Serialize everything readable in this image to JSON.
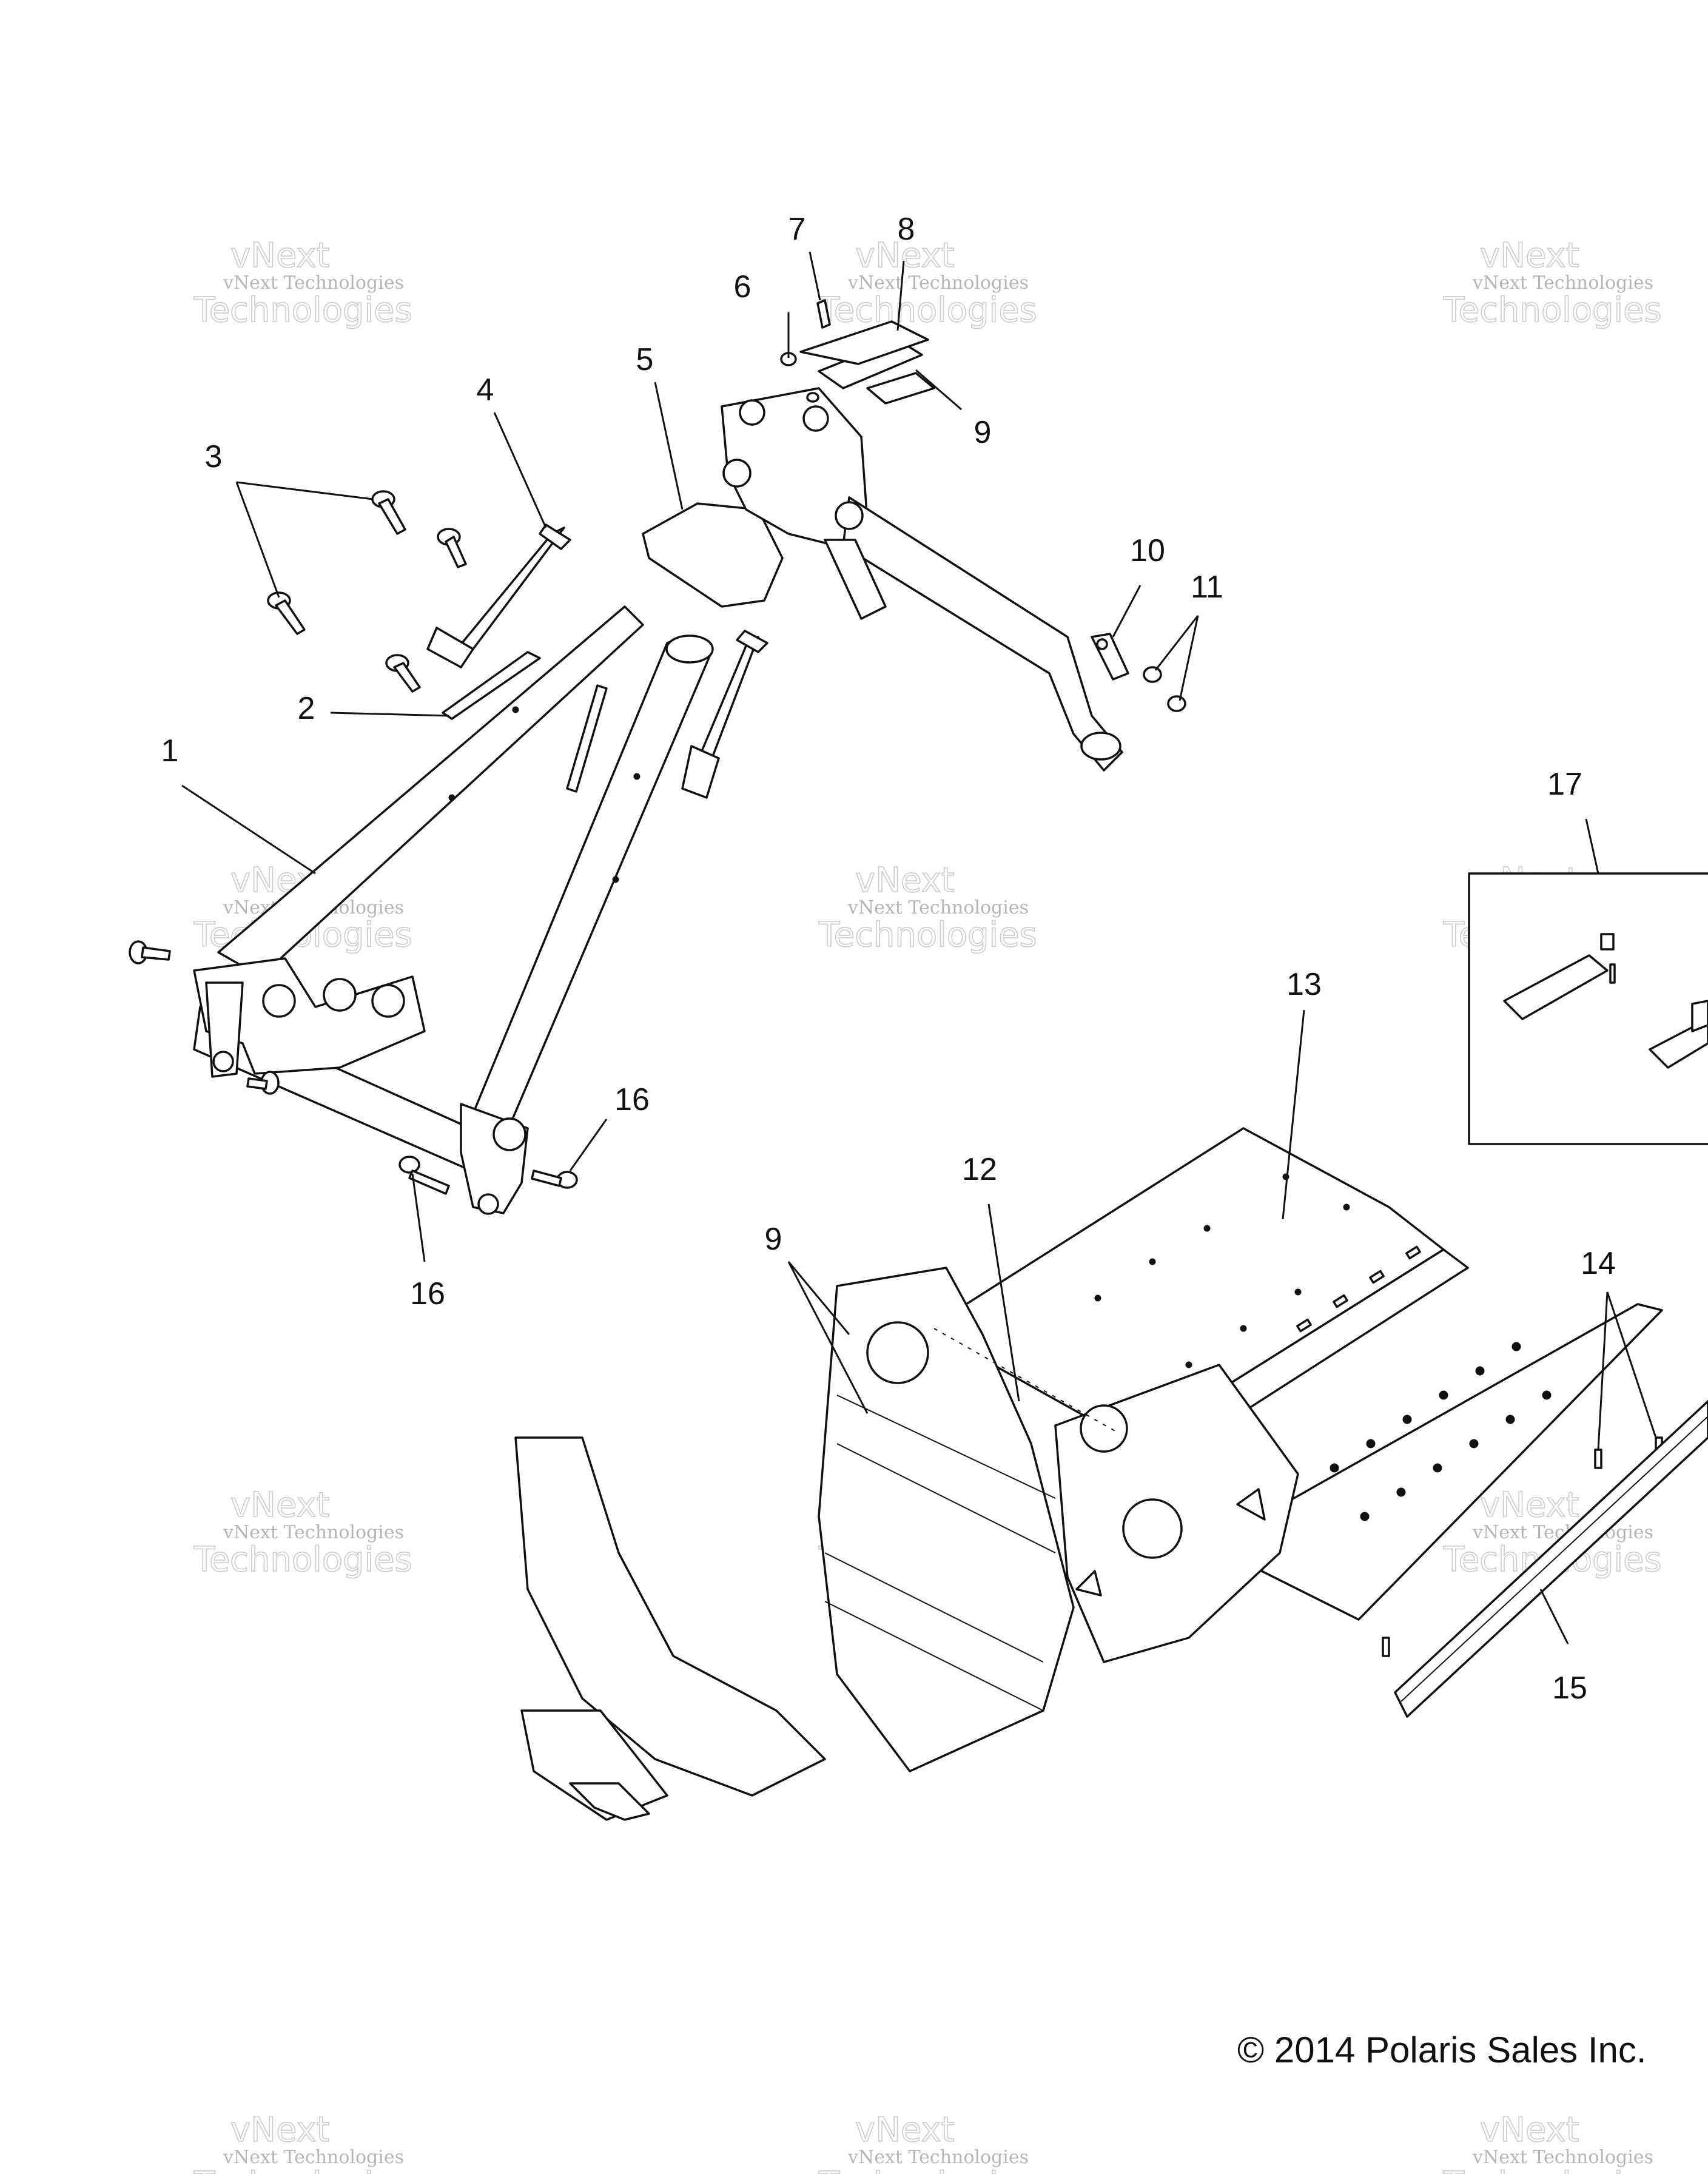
{
  "diagram": {
    "callouts": [
      "1",
      "2",
      "3",
      "4",
      "5",
      "6",
      "7",
      "8",
      "9",
      "10",
      "11",
      "12",
      "13",
      "14",
      "15",
      "16",
      "17"
    ],
    "watermark": {
      "line1": "vNext",
      "line2": "vNext Technologies",
      "line3": "Technologies"
    },
    "copyright": "© 2014 Polaris Sales Inc."
  }
}
